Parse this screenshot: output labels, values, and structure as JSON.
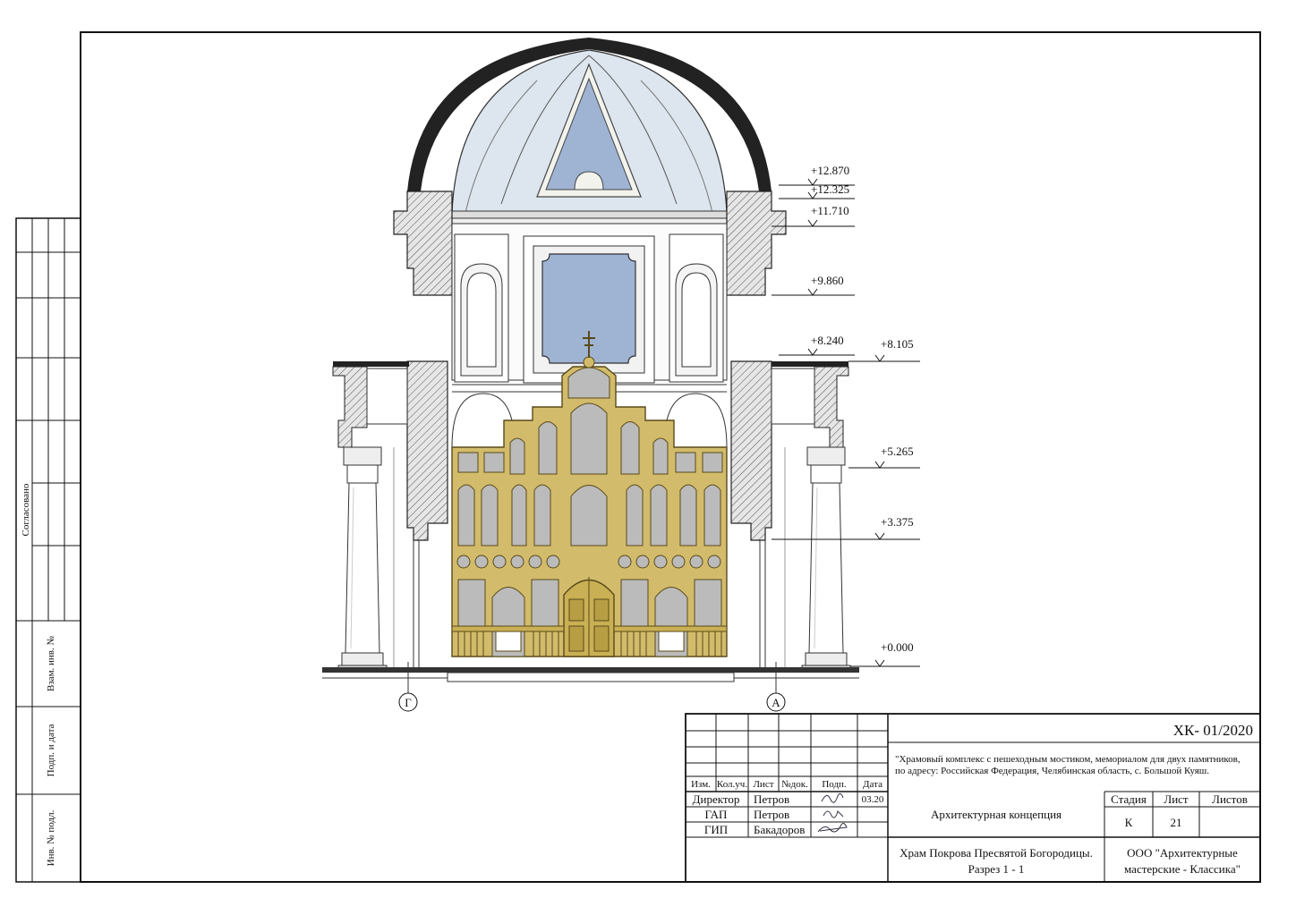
{
  "sheet": {
    "side_stamp": {
      "agreed": "Согласовано",
      "swap_inv": "Взам. инв. №",
      "sign_date": "Подп. и дата",
      "orig_inv": "Инв. № подл."
    },
    "levels": [
      {
        "label": "+12.870"
      },
      {
        "label": "+12.325"
      },
      {
        "label": "+11.710"
      },
      {
        "label": "+9.860"
      },
      {
        "label": "+8.240"
      },
      {
        "label": "+8.105"
      },
      {
        "label": "+5.265"
      },
      {
        "label": "+3.375"
      },
      {
        "label": "+0.000"
      }
    ],
    "axes": [
      {
        "label": "Г"
      },
      {
        "label": "А"
      }
    ],
    "title_block": {
      "code": "ХК- 01/2020",
      "project_line1": "\"Храмовый комплекс с пешеходным мостиком, мемориалом для двух памятников,",
      "project_line2": "по адресу: Российская Федерация, Челябинская область, с. Большой Куяш.",
      "header": {
        "izm": "Изм.",
        "kol": "Кол.уч.",
        "list": "Лист",
        "doc": "№док.",
        "sign": "Подп.",
        "date": "Дата"
      },
      "rows": [
        {
          "role": "Директор",
          "name": "Петров",
          "date": "03.20"
        },
        {
          "role": "ГАП",
          "name": "Петров",
          "date": ""
        },
        {
          "role": "ГИП",
          "name": "Бакадоров",
          "date": ""
        }
      ],
      "stage_name": "Архитектурная концепция",
      "stage_header": "Стадия",
      "sheet_header": "Лист",
      "sheets_header": "Листов",
      "stage_value": "К",
      "sheet_value": "21",
      "sheets_value": "",
      "drawing_title_line1": "Храм Покрова Пресвятой Богородицы.",
      "drawing_title_line2": "Разрез 1 - 1",
      "org_line1": "ООО \"Архитектурные",
      "org_line2": "мастерские - Классика\""
    }
  }
}
